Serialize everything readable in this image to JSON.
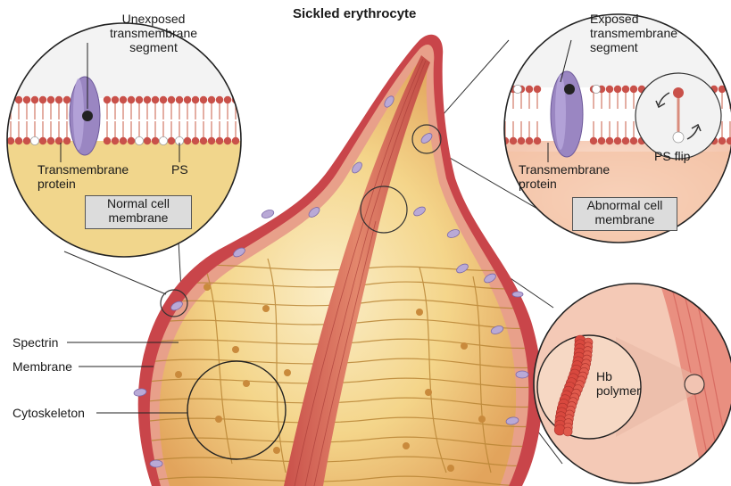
{
  "title": "Sickled erythrocyte",
  "left_inset": {
    "callout": [
      "Unexposed",
      "transmembrane",
      "segment"
    ],
    "protein_label": [
      "Transmembrane",
      "protein"
    ],
    "ps_label": "PS",
    "box": [
      "Normal cell",
      "membrane"
    ]
  },
  "right_inset": {
    "callout": [
      "Exposed",
      "transmembrane",
      "segment"
    ],
    "protein_label": [
      "Transmembrane",
      "protein"
    ],
    "flip_label": "PS flip",
    "box": [
      "Abnormal cell",
      "membrane"
    ]
  },
  "side_labels": {
    "spectrin": "Spectrin",
    "membrane": "Membrane",
    "cytoskeleton": "Cytoskeleton"
  },
  "polymer_inset": {
    "label": [
      "Hb",
      "polymer"
    ]
  },
  "colors": {
    "membrane_red": "#c9454a",
    "cytoplasm_yellow": "#f3d78c",
    "fiber_gold": "#c08a3a",
    "protein_purple": "#9a86c2",
    "box_gray": "#dcdcdc"
  }
}
